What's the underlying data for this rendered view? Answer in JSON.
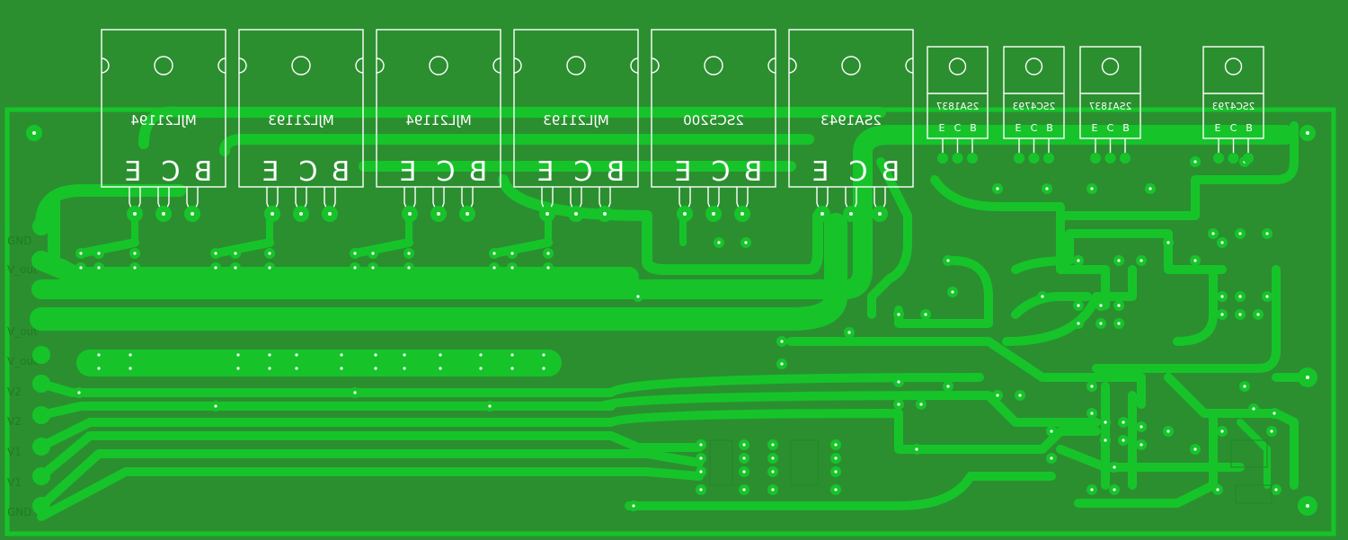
{
  "board": {
    "background": "#2b8f30",
    "copper": "#16c42a",
    "silkscreen": "#ffffff"
  },
  "big_transistors": [
    {
      "part": "MJL21194",
      "pins": [
        "B",
        "C",
        "E"
      ]
    },
    {
      "part": "MJL21193",
      "pins": [
        "B",
        "C",
        "E"
      ]
    },
    {
      "part": "MJL21194",
      "pins": [
        "B",
        "C",
        "E"
      ]
    },
    {
      "part": "MJL21193",
      "pins": [
        "B",
        "C",
        "E"
      ]
    },
    {
      "part": "2SC5200",
      "pins": [
        "B",
        "C",
        "E"
      ]
    },
    {
      "part": "2SA1943",
      "pins": [
        "B",
        "C",
        "E"
      ]
    }
  ],
  "small_transistors": [
    {
      "part": "2SA1837",
      "pins": [
        "E",
        "C",
        "B"
      ]
    },
    {
      "part": "2SC4793",
      "pins": [
        "E",
        "C",
        "B"
      ]
    },
    {
      "part": "2SA1837",
      "pins": [
        "E",
        "C",
        "B"
      ]
    },
    {
      "part": "2SC4793",
      "pins": [
        "E",
        "C",
        "B"
      ]
    }
  ],
  "edge_labels": [
    "GND",
    "V_out",
    "V_out",
    "V_out",
    "V2",
    "V2",
    "V1",
    "V1",
    "GND"
  ]
}
